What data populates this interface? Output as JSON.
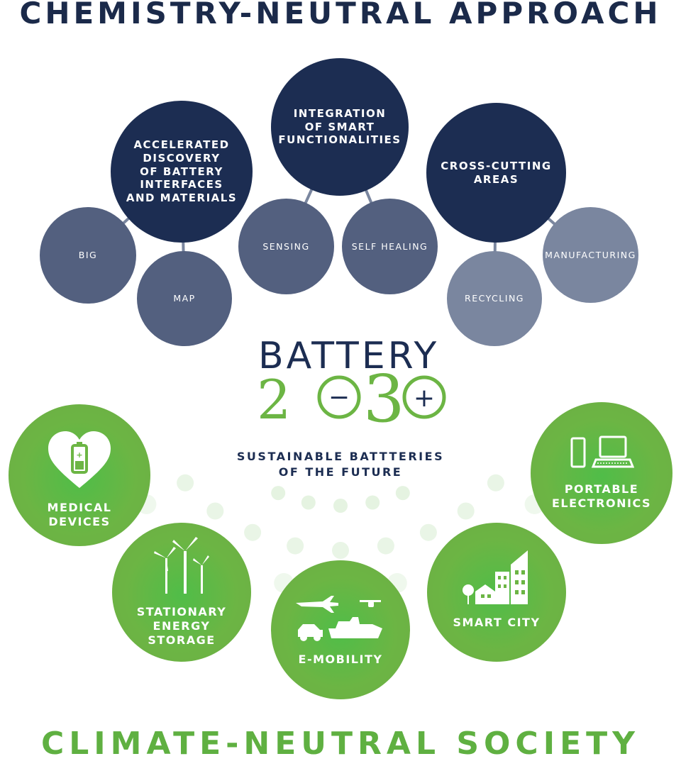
{
  "top_title": "CHEMISTRY-NEUTRAL APPROACH",
  "bottom_title": "CLIMATE-NEUTRAL SOCIETY",
  "pillars": {
    "accelerated": "ACCELERATED\nDISCOVERY\nOF BATTERY\nINTERFACES\nAND MATERIALS",
    "integration": "INTEGRATION\nOF SMART\nFUNCTIONALITIES",
    "crosscutting": "CROSS-CUTTING\nAREAS"
  },
  "subtopics": {
    "big": "BIG",
    "map": "MAP",
    "sensing": "SENSING",
    "self_healing": "SELF HEALING",
    "recycling": "RECYCLING",
    "manufacturing": "MANUFACTURING"
  },
  "logo": {
    "word": "BATTERY",
    "digit_2": "2",
    "minus": "−",
    "digit_3": "3",
    "plus": "+"
  },
  "tagline": {
    "line1": "SUSTAINABLE BATTTERIES",
    "line2": "OF THE FUTURE"
  },
  "applications": {
    "medical": "MEDICAL\nDEVICES",
    "stationary": "STATIONARY\nENERGY\nSTORAGE",
    "emobility": "E-MOBILITY",
    "smart_city": "SMART CITY",
    "portable": "PORTABLE\nELECTRONICS"
  },
  "colors": {
    "navy": "#1c2d52",
    "slate": "#53607f",
    "grey": "#7a869f",
    "green": "#6cb544"
  },
  "icons": [
    "heart-battery-icon",
    "wind-turbine-icon",
    "vehicles-icon",
    "city-icon",
    "phone-laptop-icon"
  ]
}
